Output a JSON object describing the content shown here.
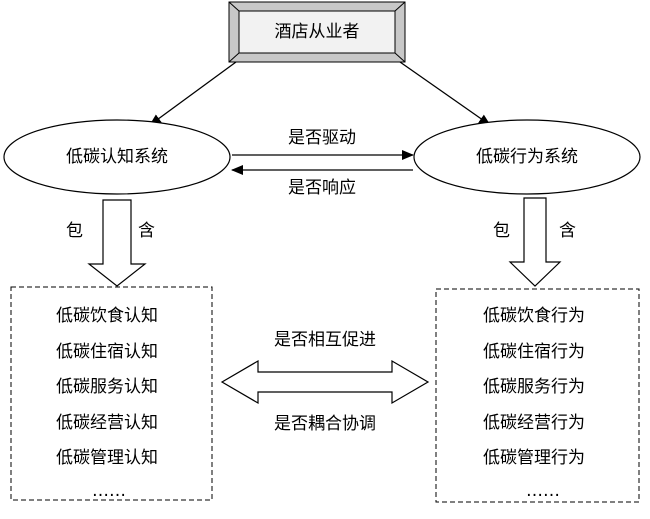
{
  "top_node": {
    "label": "酒店从业者"
  },
  "left_system": {
    "label": "低碳认知系统",
    "contains_label": [
      "包",
      "含"
    ],
    "items": [
      "低碳饮食认知",
      "低碳住宿认知",
      "低碳服务认知",
      "低碳经营认知",
      "低碳管理认知",
      "……"
    ]
  },
  "right_system": {
    "label": "低碳行为系统",
    "contains_label": [
      "包",
      "含"
    ],
    "items": [
      "低碳饮食行为",
      "低碳住宿行为",
      "低碳服务行为",
      "低碳经营行为",
      "低碳管理行为",
      "……"
    ]
  },
  "relations": {
    "drive": "是否驱动",
    "respond": "是否响应",
    "mutual_promotion": "是否相互促进",
    "coupling": "是否耦合协调"
  },
  "colors": {
    "stroke": "#000000",
    "frame_fill": "#c8c8c8",
    "frame_inner": "#f2f2f2",
    "background": "#ffffff"
  }
}
